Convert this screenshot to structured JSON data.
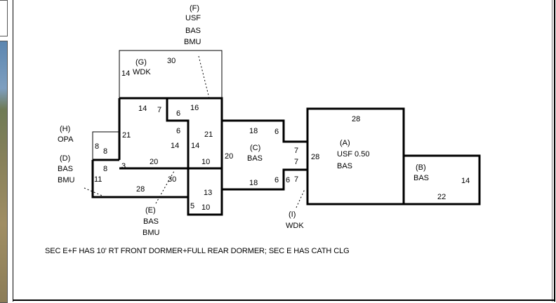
{
  "sections": {
    "A": {
      "id": "(A)",
      "line1": "USF 0.50",
      "line2": "BAS",
      "dim_top": "28",
      "dim_left": "28"
    },
    "B": {
      "id": "(B)",
      "code": "BAS",
      "dim_right": "14",
      "dim_bottom": "22"
    },
    "C": {
      "id": "(C)",
      "code": "BAS",
      "dim_top": "18",
      "dim_bottom": "18",
      "dim_left": "20",
      "dim_step_top": "6",
      "dim_notch1": "7",
      "dim_notch2": "7",
      "dim_step_bottom": "6"
    },
    "D": {
      "id": "(D)",
      "line1": "BAS",
      "line2": "BMU",
      "dim_left": "11",
      "dim_top": "8",
      "dim_bottom": "28"
    },
    "E": {
      "id": "(E)",
      "line1": "BAS",
      "line2": "BMU"
    },
    "F": {
      "id": "(F)",
      "line1": "USF",
      "line2": "BAS",
      "line3": "BMU"
    },
    "G": {
      "id": "(G)",
      "code": "WDK",
      "dim_top": "30",
      "dim_left": "14"
    },
    "H": {
      "id": "(H)",
      "code": "OPA",
      "dim_left": "8",
      "dim_right": "8"
    },
    "I": {
      "id": "(I)",
      "code": "WDK",
      "dim_left": "6",
      "dim_right": "7"
    }
  },
  "dims": {
    "main_top_14": "14",
    "main_top_7": "7",
    "main_notch_6": "6",
    "main_top_16": "16",
    "main_left_21": "21",
    "main_inner_6": "6",
    "main_right_21": "21",
    "main_inner_14a": "14",
    "main_inner_14b": "14",
    "main_small_3": "3",
    "main_bottom_20": "20",
    "main_inner_10": "10",
    "e_30": "30",
    "e_13": "13",
    "e_5": "5",
    "e_10": "10"
  },
  "note": "SEC E+F HAS 10' RT FRONT DORMER+FULL REAR DORMER; SEC E HAS CATH CLG"
}
